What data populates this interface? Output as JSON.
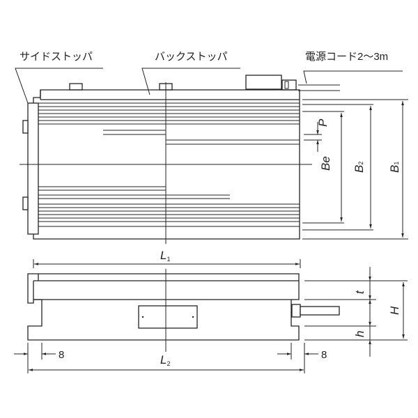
{
  "callouts": {
    "side_stopper": "サイドストッパ",
    "back_stopper": "バックストッパ",
    "power_cord": "電源コード2～3m"
  },
  "dimensions": {
    "L1": {
      "main": "L",
      "sub": "1"
    },
    "L2": {
      "main": "L",
      "sub": "2"
    },
    "B1": {
      "main": "B",
      "sub": "1"
    },
    "B2": {
      "main": "B",
      "sub": "2"
    },
    "Be": "Be",
    "P": "P",
    "t": "t",
    "H": "H",
    "h": "h",
    "offset_left": "8",
    "offset_right": "8"
  }
}
